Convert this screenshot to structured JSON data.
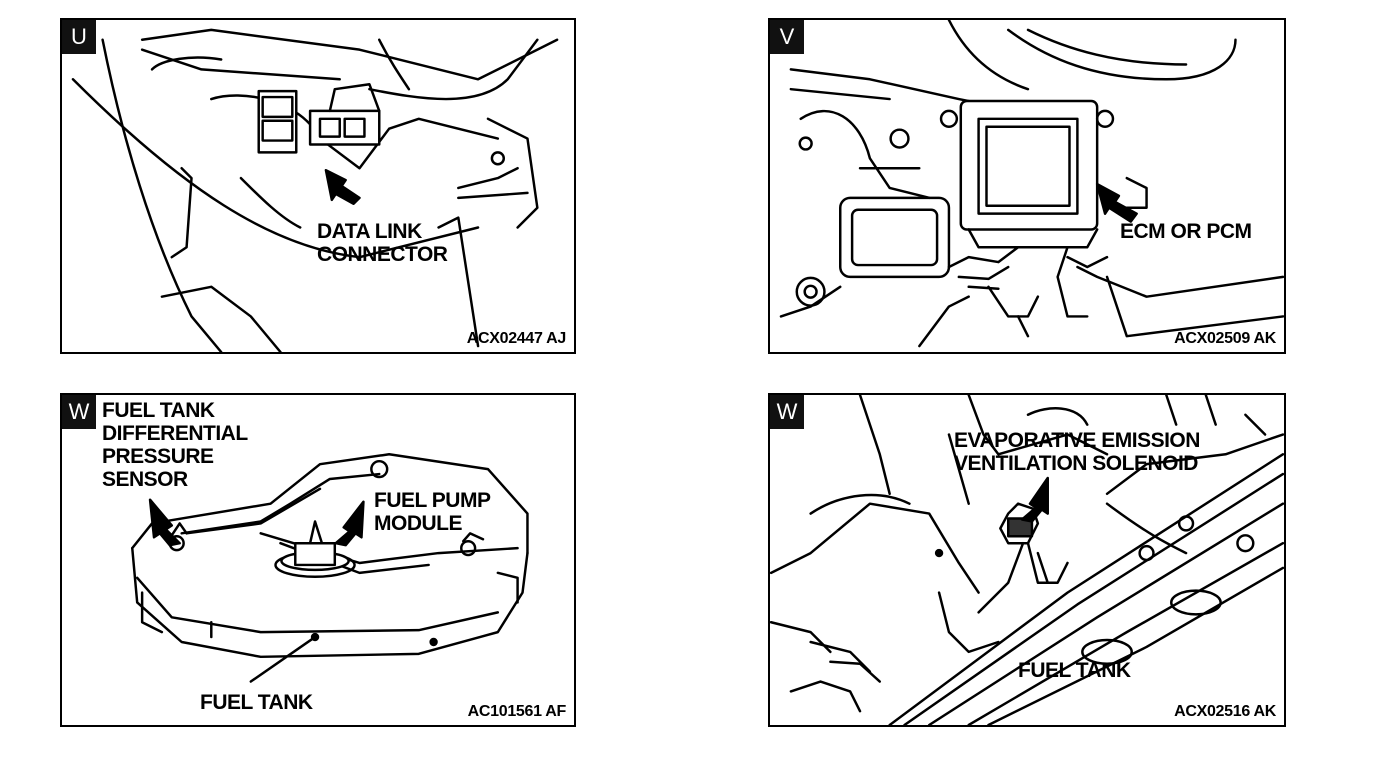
{
  "panels": [
    {
      "letter": "U",
      "labels": [
        "DATA LINK\nCONNECTOR"
      ],
      "code": "ACX02447 AJ"
    },
    {
      "letter": "V",
      "labels": [
        "ECM OR PCM"
      ],
      "code": "ACX02509 AK"
    },
    {
      "letter": "W",
      "labels": [
        "FUEL TANK\nDIFFERENTIAL\nPRESSURE\nSENSOR",
        "FUEL PUMP\nMODULE",
        "FUEL TANK"
      ],
      "code": "AC101561 AF"
    },
    {
      "letter": "W",
      "labels": [
        "EVAPORATIVE EMISSION\nVENTILATION SOLENOID",
        "FUEL TANK"
      ],
      "code": "ACX02516 AK"
    }
  ]
}
